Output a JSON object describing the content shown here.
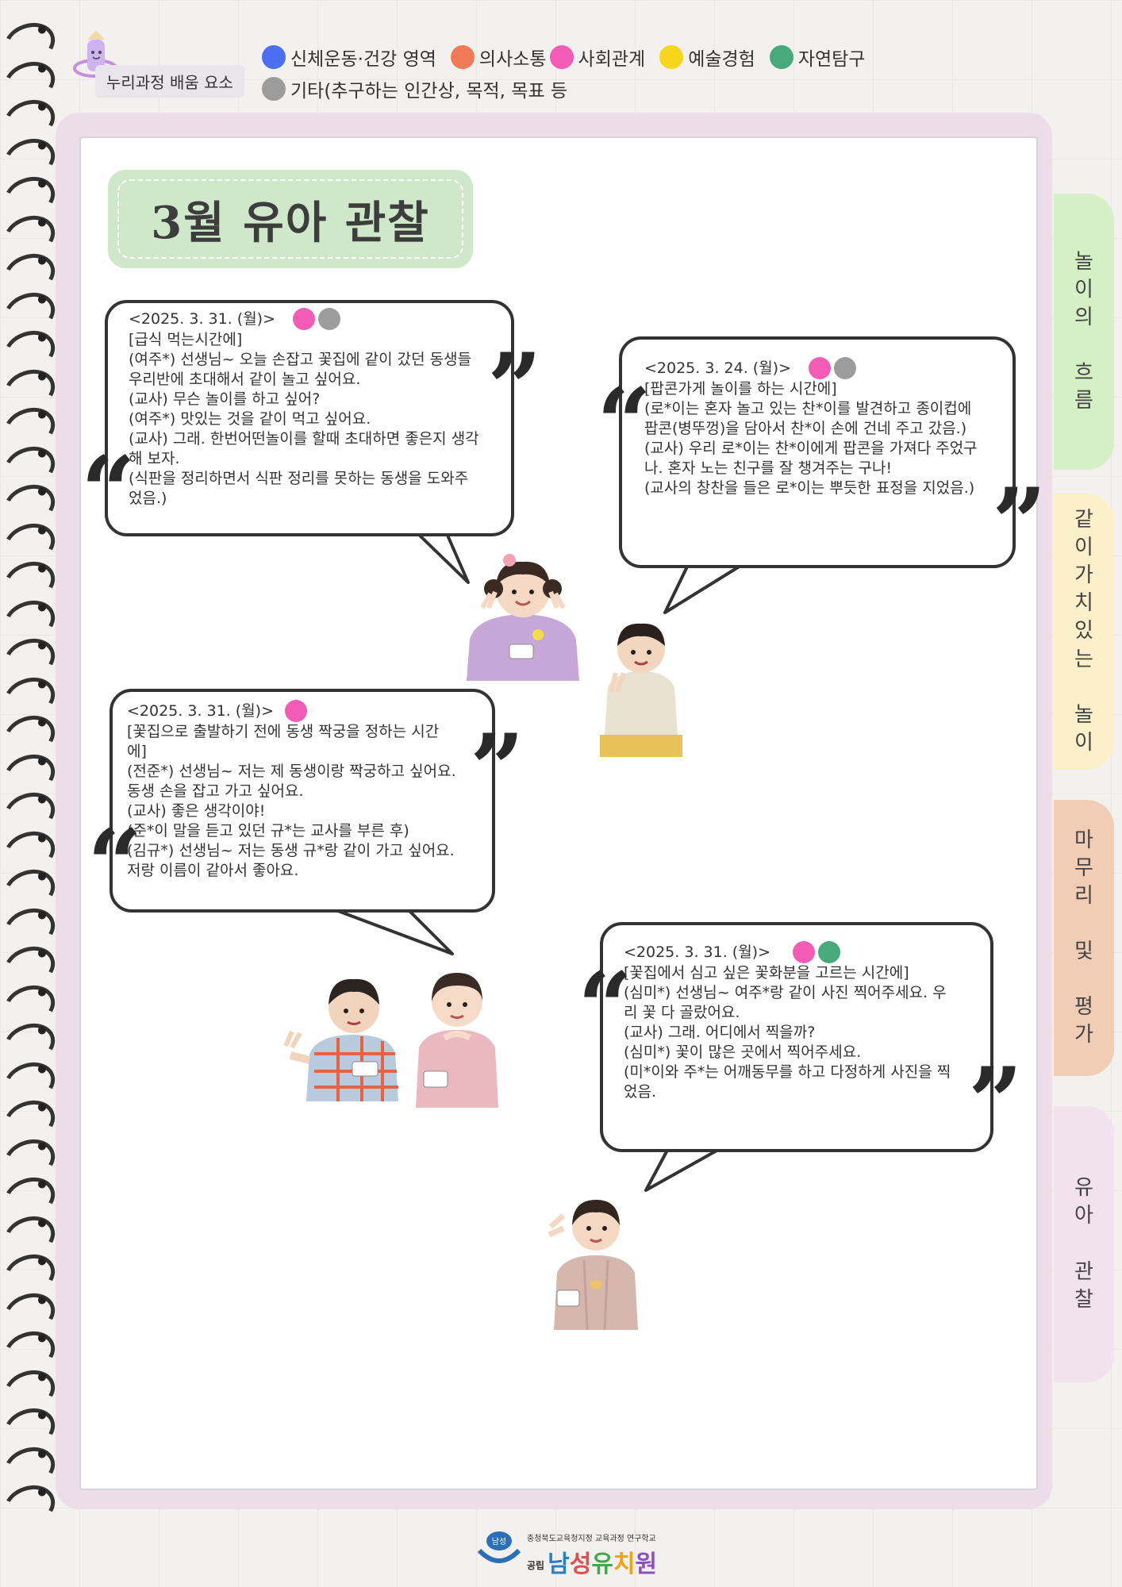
{
  "header": {
    "badge_label": "누리과정 배움 요소",
    "legend": [
      {
        "label": "신체운동·건강 영역",
        "color": "#4c6ef0"
      },
      {
        "label": "의사소통",
        "color": "#f07a55"
      },
      {
        "label": "사회관계",
        "color": "#f25cb6"
      },
      {
        "label": "예술경험",
        "color": "#f7d51c"
      },
      {
        "label": "자연탐구",
        "color": "#48a97c"
      },
      {
        "label": "기타(추구하는 인간상, 목적, 목표 등",
        "color": "#9c9c9c"
      }
    ]
  },
  "title": "3월 유아 관찰",
  "tabs": [
    {
      "label": "놀이의 흐름",
      "lines": [
        "놀",
        "이",
        "의",
        " ",
        "흐",
        "름"
      ],
      "color": "#d5f0c4"
    },
    {
      "label": "같이가치있는 놀이",
      "lines": [
        "같",
        "이",
        "가",
        "치",
        "있",
        "는",
        " ",
        "놀",
        "이"
      ],
      "color": "#fbf0c9"
    },
    {
      "label": "마무리 및 평가",
      "lines": [
        "마",
        "무",
        "리",
        " ",
        "및",
        " ",
        "평",
        "가"
      ],
      "color": "#f0cdb4"
    },
    {
      "label": "유아 관찰",
      "lines": [
        "유",
        "아",
        " ",
        "관",
        "찰"
      ],
      "color": "#f1e2ee"
    }
  ],
  "observations": [
    {
      "date": "<2025. 3. 31. (월)>",
      "dots": [
        "#f25cb6",
        "#9c9c9c"
      ],
      "lines": [
        "[급식 먹는시간에]",
        "(여주*) 선생님~ 오늘 손잡고 꽃집에 같이 갔던 동생들 우리반에 초대해서 같이 놀고 싶어요.",
        "(교사) 무슨 놀이를 하고 싶어?",
        "(여주*) 맛있는 것을 같이 먹고 싶어요.",
        "(교사) 그래. 한번어떤놀이를 할때 초대하면 좋은지 생각해 보자.",
        "(식판을 정리하면서 식판 정리를 못하는 동생을 도와주었음.)"
      ]
    },
    {
      "date": "<2025. 3. 24. (월)>",
      "dots": [
        "#f25cb6",
        "#9c9c9c"
      ],
      "lines": [
        "[팝콘가게 놀이를 하는 시간에]",
        "(로*이는 혼자 놀고 있는 찬*이를 발견하고 종이컵에 팝콘(병뚜껑)을 담아서 찬*이 손에 건네 주고 갔음.)",
        "(교사) 우리 로*이는 찬*이에게 팝콘을 가져다 주었구나. 혼자 노는 친구를 잘 챙겨주는 구나!",
        "(교사의 창찬을 들은 로*이는 뿌듯한 표정을 지었음.)"
      ]
    },
    {
      "date": "<2025. 3. 31. (월)>",
      "dots": [
        "#f25cb6"
      ],
      "lines": [
        "[꽃집으로 출발하기 전에 동생 짝궁을 정하는 시간에]",
        "(전준*) 선생님~ 저는 제 동생이랑 짝궁하고 싶어요. 동생 손을 잡고 가고 싶어요.",
        "(교사) 좋은 생각이야!",
        "(준*이 말을 듣고 있던 규*는 교사를 부른 후)",
        "(김규*) 선생님~ 저는 동생 규*랑 같이 가고 싶어요. 저랑 이름이 같아서 좋아요."
      ]
    },
    {
      "date": "<2025. 3. 31. (월)>",
      "dots": [
        "#f25cb6",
        "#48a97c"
      ],
      "lines": [
        "[꽃집에서 심고 싶은 꽃화분을 고르는 시간에]",
        "(심미*) 선생님~ 여주*랑 같이 사진 찍어주세요. 우리 꽃 다 골랐어요.",
        "(교사) 그래. 어디에서 찍을까?",
        "(심미*) 꽃이 많은 곳에서 찍어주세요.",
        "(미*이와 주*는 어깨동무를 하고 다정하게 사진을 찍었음."
      ]
    }
  ],
  "footer": {
    "org": "충청북도교육청지정 교육과정 연구학교",
    "logo_text": "남성",
    "prefix": "공립",
    "name_chars": [
      "남",
      "성",
      "유",
      "치",
      "원"
    ]
  }
}
